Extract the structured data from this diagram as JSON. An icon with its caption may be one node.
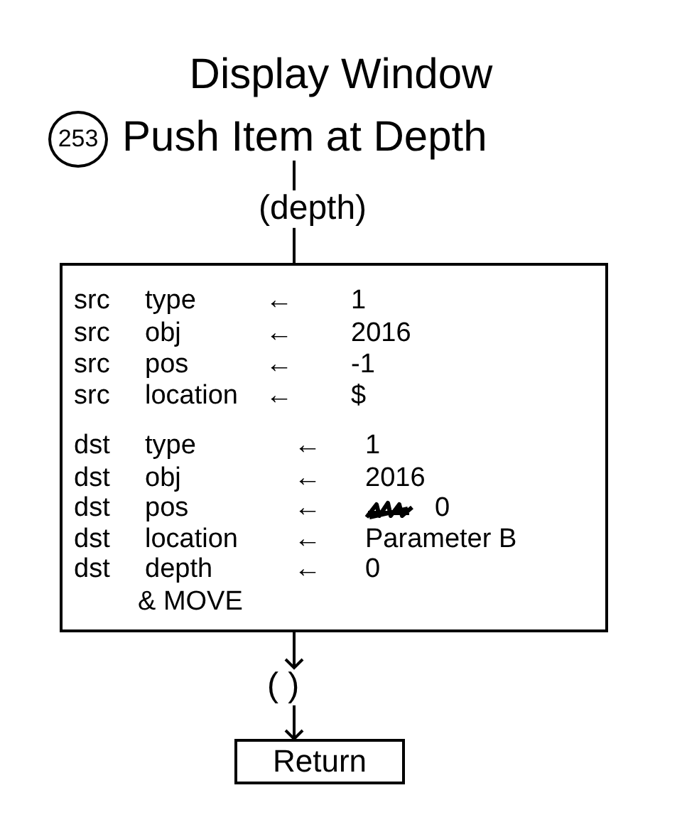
{
  "diagram": {
    "title": "Display Window",
    "nodes": [
      {
        "text": [
          "253"
        ]
      },
      {
        "text": [
          "Push Item at Depth"
        ]
      },
      {
        "text": [
          "(depth)"
        ]
      },
      {
        "text": [
          "src type ← 1",
          "src obj ← 2016",
          "src pos ← -1",
          "src location ← $",
          "dst type ← 1",
          "dst obj ← 2016",
          "dst pos ←",
          "0",
          "dst location ← Parameter B",
          "dst depth ← 0",
          "& MOVE"
        ]
      },
      {
        "text": [
          "( )"
        ]
      },
      {
        "text": [
          "Return"
        ]
      }
    ],
    "edges": [
      {
        "from": 1,
        "to": 2,
        "arrow": "none"
      },
      {
        "from": 2,
        "to": 3,
        "arrow": "none"
      },
      {
        "from": 3,
        "to": 4,
        "arrow": "to"
      },
      {
        "from": 4,
        "to": 5,
        "arrow": "to"
      }
    ]
  }
}
